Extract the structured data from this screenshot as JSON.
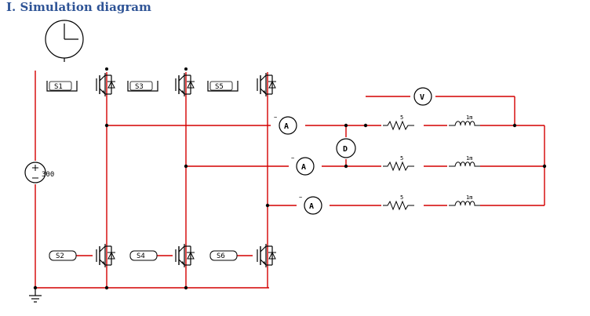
{
  "heading": "I. Simulation diagram",
  "colors": {
    "wire": "#d40000",
    "device": "#000000",
    "heading": "#2f5496"
  },
  "source": {
    "label": "300"
  },
  "switches": {
    "s1": "S1",
    "s3": "S3",
    "s5": "S5",
    "s2": "S2",
    "s4": "S4",
    "s6": "S6"
  },
  "meters": {
    "ammeter": "A",
    "voltmeter": "V",
    "diff": "D"
  },
  "load": {
    "resistor_value": "5",
    "inductor_value": "1m"
  },
  "icons": [
    "clock-icon",
    "ground-icon",
    "igbt-icon",
    "resistor-icon",
    "inductor-icon"
  ]
}
